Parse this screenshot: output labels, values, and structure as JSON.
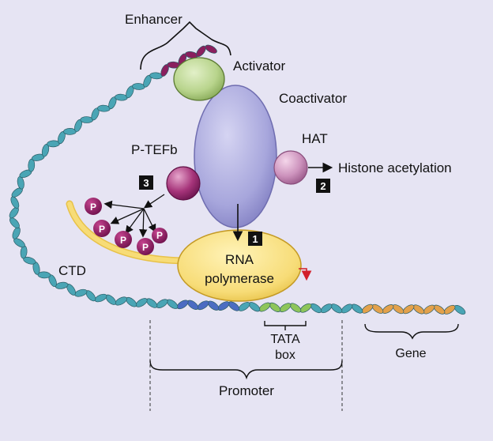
{
  "labels": {
    "enhancer": "Enhancer",
    "activator": "Activator",
    "coactivator": "Coactivator",
    "hat": "HAT",
    "histone_acetylation": "Histone acetylation",
    "ptefb": "P-TEFb",
    "ctd": "CTD",
    "rna_polymerase_line1": "RNA",
    "rna_polymerase_line2": "polymerase",
    "tata_line1": "TATA",
    "tata_line2": "box",
    "gene": "Gene",
    "promoter": "Promoter"
  },
  "badges": {
    "step1": "1",
    "step2": "2",
    "step3": "3"
  },
  "phospho": [
    "P",
    "P",
    "P",
    "P",
    "P"
  ],
  "colors": {
    "background": "#e6e4f3",
    "dna": "#4aa5b5",
    "enhancer_dna": "#8a1f5e",
    "coactivator": "#a8a7dc",
    "activator": "#b8d48c",
    "polymerase": "#f7dc77",
    "kinase": "#a6347a",
    "phosphate": "#8a1460",
    "tata": "#8ec55a",
    "gene": "#e3a14b",
    "promoter_blue": "#4b6cc2",
    "start_arrow": "#d21f2a"
  }
}
